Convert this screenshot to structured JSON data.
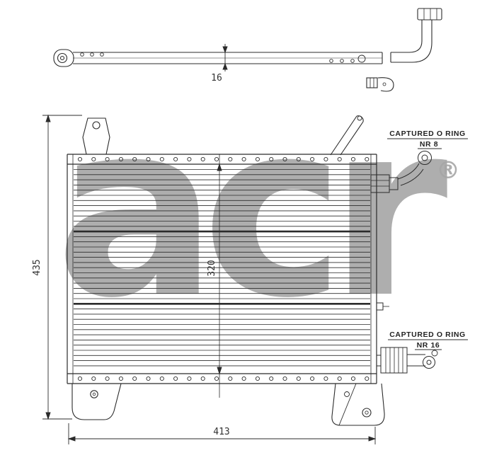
{
  "watermark": {
    "text": "acr",
    "registered_symbol": "®",
    "color": "#a6a6a6"
  },
  "dimensions": {
    "thickness": "16",
    "overall_height": "435",
    "core_height": "320",
    "core_width": "413"
  },
  "callouts": {
    "top": {
      "line1": "CAPTURED O RING",
      "line2": "NR 8"
    },
    "bottom": {
      "line1": "CAPTURED O RING",
      "line2": "NR 16"
    }
  },
  "drawing": {
    "line_color": "#2b2b2b",
    "background": "#ffffff",
    "subject": "air-conditioning condenser technical drawing"
  }
}
